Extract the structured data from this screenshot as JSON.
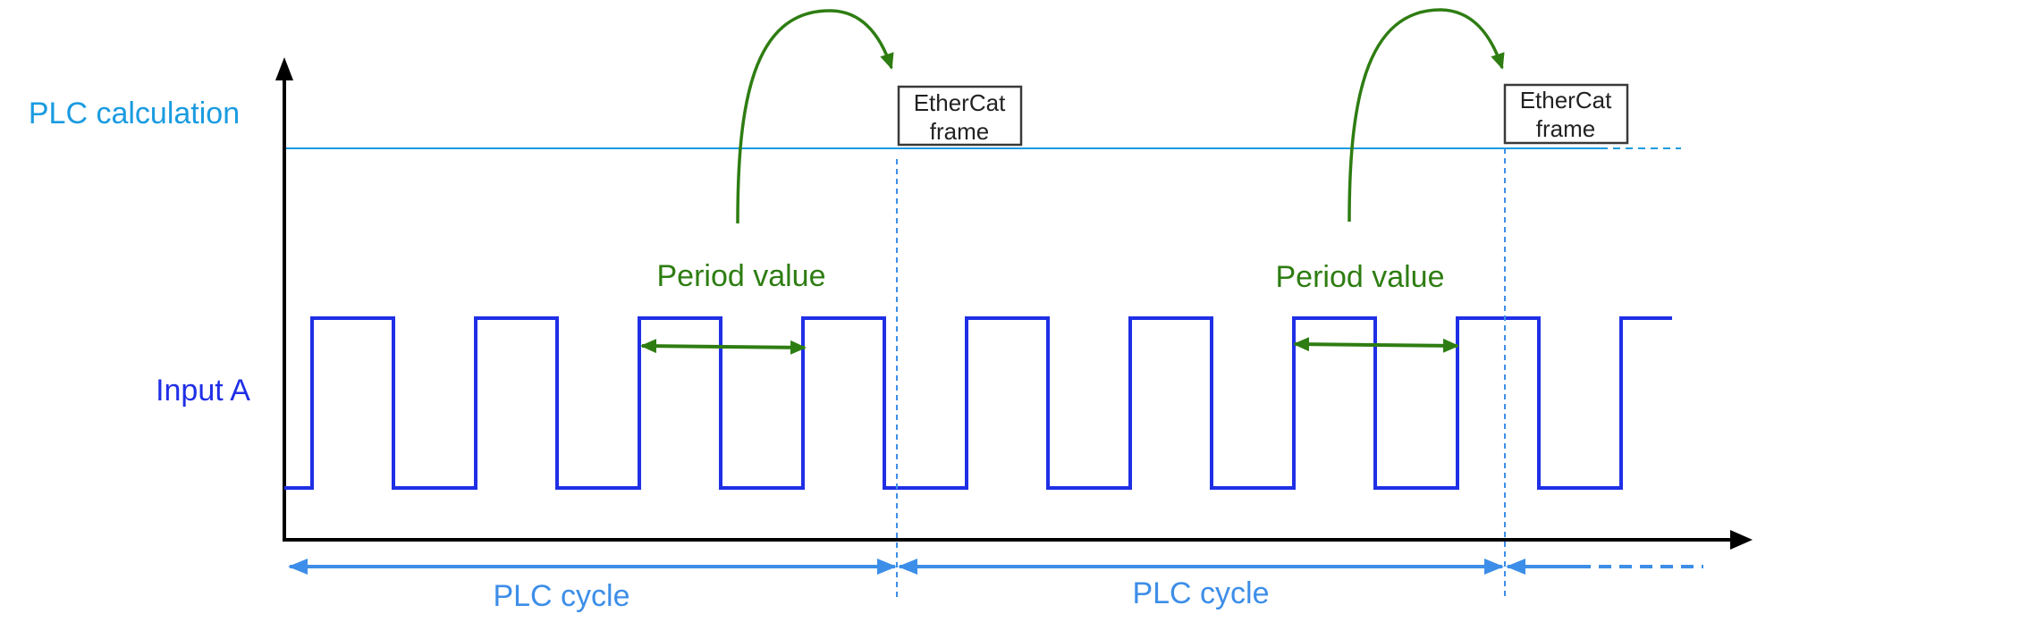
{
  "colors": {
    "plc": "#1a9be0",
    "signal": "#1f2fe6",
    "period": "#2e7d12",
    "cycle": "#3d8ee8",
    "axis": "#000000",
    "frame_border": "#3a3a3a",
    "frame_text": "#222222"
  },
  "labels": {
    "plc_calculation": "PLC calculation",
    "input_a": "Input A"
  },
  "frames": [
    {
      "line1": "EtherCat",
      "line2": "frame"
    },
    {
      "line1": "EtherCat",
      "line2": "frame"
    }
  ],
  "period_labels": [
    "Period value",
    "Period value"
  ],
  "cycle_labels": [
    "PLC cycle",
    "PLC cycle"
  ]
}
